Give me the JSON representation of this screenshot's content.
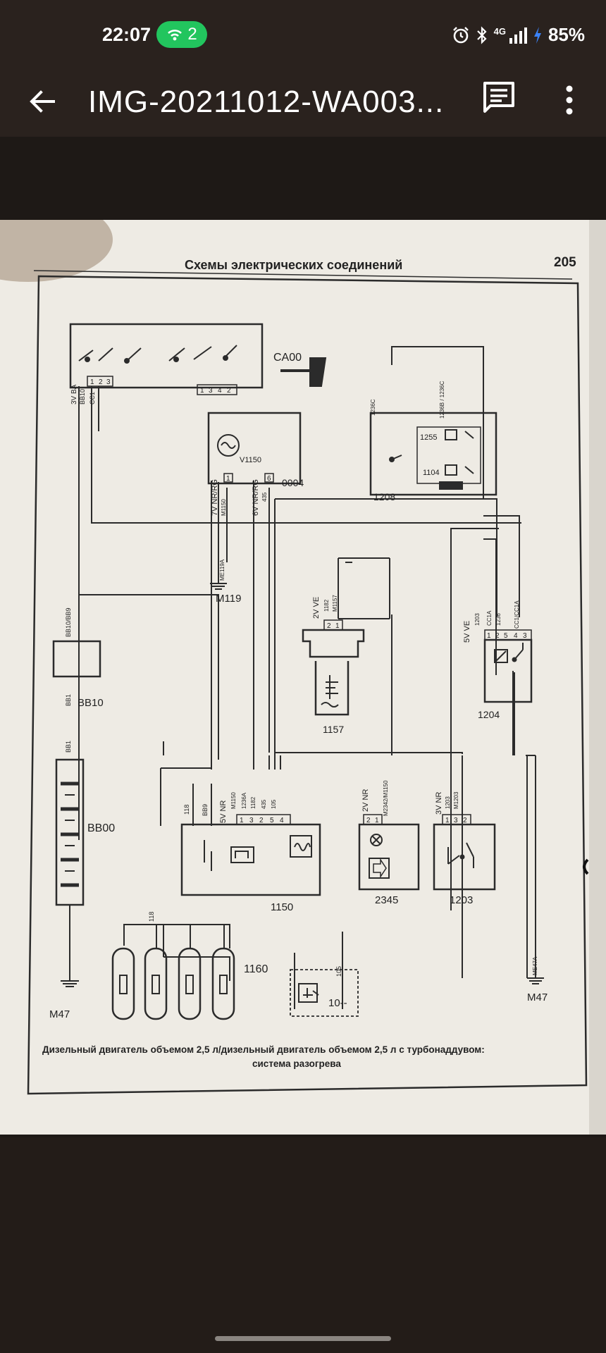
{
  "status": {
    "time": "22:07",
    "hotspot_count": "2",
    "network": "4G",
    "battery": "85%"
  },
  "topbar": {
    "title": "IMG-20211012-WA003..."
  },
  "page": {
    "header": "Схемы электрических соединений",
    "page_number": "205",
    "caption_line1": "Дизельный двигатель объемом 2,5 л/дизельный двигатель объемом 2,5 л с турбонаддувом:",
    "caption_line2": "система разогрева"
  },
  "diagram": {
    "ignition_switch_label": "CA00",
    "ignition_pins": [
      "1",
      "2",
      "3",
      "1",
      "3",
      "4",
      "2"
    ],
    "ignition_wire_labels": [
      "3V BA",
      "BB10",
      "CC1"
    ],
    "v1150_label": "V1150",
    "relay_box_label": "0004",
    "wire_7v": "7V NR/RG",
    "wire_7v_sub": "M1150",
    "wire_6v": "6V NR/RG",
    "wire_6v_sub": "435",
    "pins_0004": [
      "1",
      "6"
    ],
    "ground_m119_wire": "ME119A",
    "ground_m119": "M119",
    "relay_1208": "1208",
    "relay_1208_wire_a": "1236C",
    "relay_1208_wire_b": "1236B / 1236C",
    "relay_1208_r1": "1255",
    "relay_1208_r2": "1104",
    "fuse_label": "BB10/BB9",
    "fuse_box": "BB10",
    "wire_bb1": "BB1",
    "battery_label": "BB00",
    "ground_m47_left": "M47",
    "sensor_1157_wire": "2V VE",
    "sensor_1157_sub": "1182",
    "sensor_1157_sub2": "M1157",
    "sensor_1157_pins": [
      "2",
      "1"
    ],
    "sensor_1157": "1157",
    "relay_1204_wire": "5V VE",
    "relay_1204_subs": [
      "1203",
      "CC1A",
      "1236",
      "CC1/CC1A"
    ],
    "relay_1204_pins": [
      "1",
      "2",
      "5",
      "4",
      "3"
    ],
    "relay_1204": "1204",
    "unit_1150_wire": "5V NR",
    "unit_1150_subs": [
      "M1150",
      "1236A",
      "1182",
      "435",
      "105"
    ],
    "unit_1150_top": [
      "118",
      "BB9"
    ],
    "unit_1150_pins": [
      "1",
      "3",
      "2",
      "5",
      "4"
    ],
    "unit_1150": "1150",
    "lamp_2345_wire": "2V NR",
    "lamp_2345_sub": "M2342/M1150",
    "lamp_2345_pins": [
      "2",
      "1"
    ],
    "lamp_2345": "2345",
    "switch_1203_wire": "3V NR",
    "switch_1203_subs": [
      "1203",
      "M1203"
    ],
    "switch_1203_pins": [
      "1",
      "3",
      "2"
    ],
    "switch_1203": "1203",
    "plugs_wire": "118",
    "plugs_label": "1160",
    "sensor_10_wire": "105",
    "sensor_10": "10--",
    "ground_m47_right_wire": "ME47A",
    "ground_m47_right": "M47"
  }
}
